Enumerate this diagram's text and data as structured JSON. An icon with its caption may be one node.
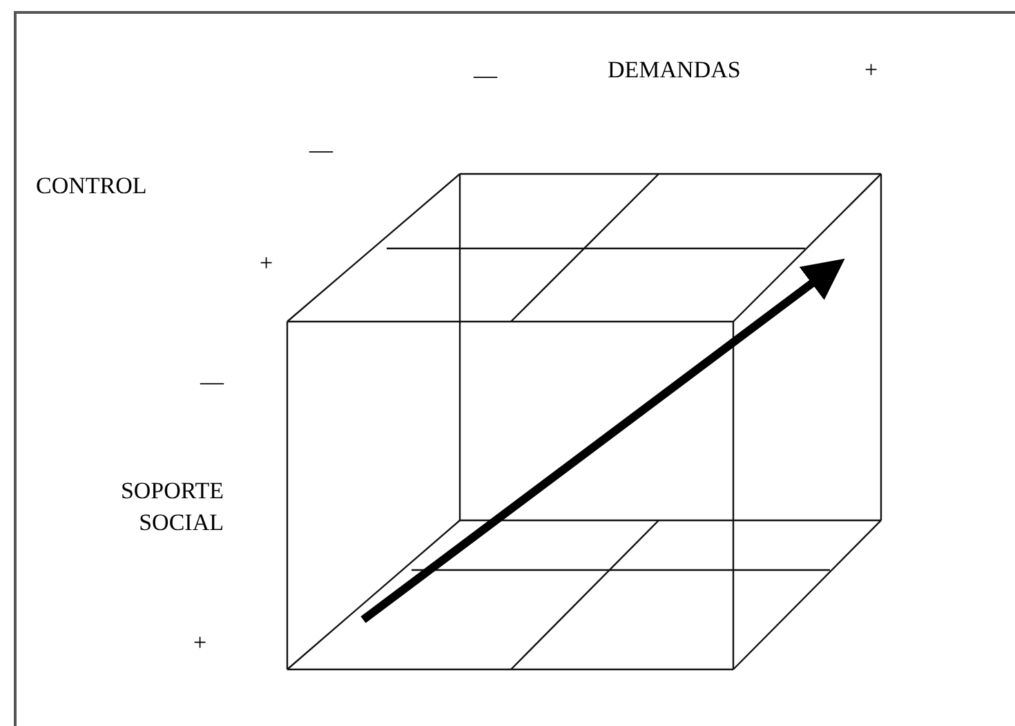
{
  "diagram": {
    "labels": [
      "—",
      "DEMANDAS",
      "+",
      "CONTROL",
      "—",
      "+",
      "—",
      "SOPORTE SOCIAL",
      "+"
    ]
  }
}
